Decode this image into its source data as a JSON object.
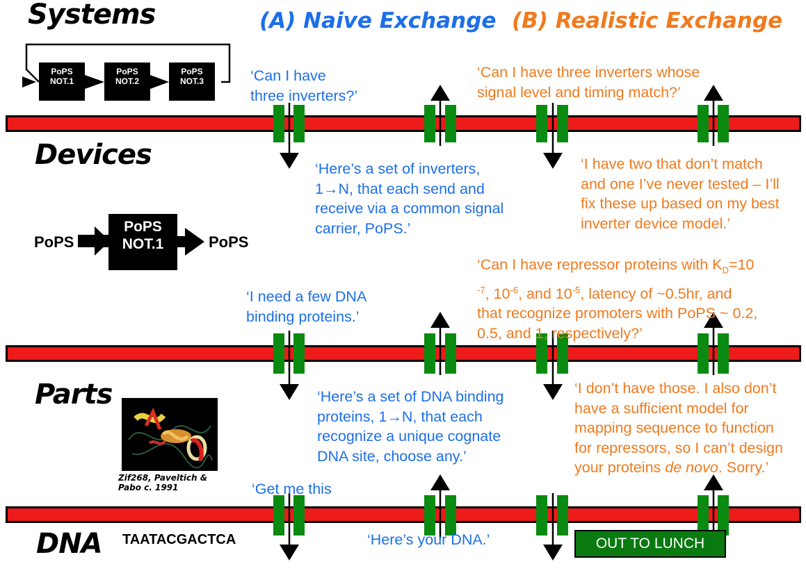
{
  "levels": {
    "systems": "Systems",
    "devices": "Devices",
    "parts": "Parts",
    "dna": "DNA"
  },
  "columns": {
    "naive": "(A) Naive Exchange",
    "realistic": "(B) Realistic Exchange"
  },
  "systems_diagram": {
    "blocks": [
      {
        "line1": "PoPS",
        "line2": "NOT.1"
      },
      {
        "line1": "PoPS",
        "line2": "NOT.2"
      },
      {
        "line1": "PoPS",
        "line2": "NOT.3"
      }
    ]
  },
  "devices_diagram": {
    "input": "PoPS",
    "output": "PoPS",
    "line1": "PoPS",
    "line2": "NOT.1"
  },
  "dna_sequence": "TAATACGACTCA",
  "protein_credit": [
    "Zif268, Paveltich &",
    "Pabo c. 1991"
  ],
  "messages": {
    "naive_request_1": [
      "‘Can I have",
      "three inverters?’"
    ],
    "naive_reply_1": [
      "‘Here’s a set of inverters,",
      "1→N, that each send and",
      "receive via a common signal",
      "carrier, PoPS.’"
    ],
    "real_request_1": [
      "‘Can I have three inverters whose",
      "signal level and timing match?’"
    ],
    "real_reply_1": [
      "‘I have two that don’t match",
      "and one I’ve never tested – I’ll",
      "fix these up based on my best",
      "inverter device model.’"
    ],
    "naive_request_2": [
      "‘I need a few DNA",
      "binding proteins.’"
    ],
    "naive_reply_2": [
      "‘Here’s a set of DNA binding",
      "proteins, 1→N, that each",
      "recognize a unique cognate",
      "DNA site, choose any.’"
    ],
    "real_request_2": {
      "kd_a": "‘Can I have repressor proteins with K",
      "kd_sub": "D",
      "kd_b": "=10",
      "exp1": "-7",
      "line2_mid": ", 10",
      "exp2": "-6",
      "line2_b": ", and 10",
      "exp3": "-5",
      "line2_c": ", latency of ~0.5hr, and",
      "line3": "that recognize promoters with PoPS ~ 0.2,",
      "line4": "0.5, and 1, respectively?’"
    },
    "real_reply_2": {
      "lines": [
        "‘I don’t have those.  I also don’t",
        "have a sufficient model for",
        "mapping sequence to function",
        "for repressors, so I can’t design"
      ],
      "last_a": "your proteins ",
      "last_italic": "de novo",
      "last_b": ". Sorry.’"
    },
    "naive_request_3": [
      "‘Get me this"
    ],
    "naive_reply_3": [
      "‘Here’s your DNA.’"
    ],
    "real_reply_3": "OUT TO LUNCH"
  },
  "colors": {
    "bar": "#ee1b1b",
    "channel": "#0a8a10",
    "naive_text": "#1d6fe8",
    "realistic_text": "#f07a1e",
    "lunch_box": "#0a7a10"
  }
}
